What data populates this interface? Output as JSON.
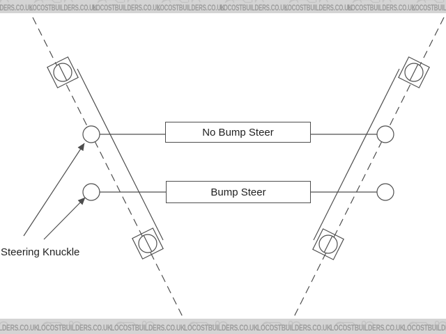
{
  "watermark": {
    "text": "LOCOSTBUILDERS.CO.UK",
    "repeat_count": 8,
    "bg_color": "#d4d4d4",
    "text_color": "#9b9b9b",
    "logo_color": "#c2c2c2",
    "logo_icon": "locost-car-logo"
  },
  "diagram": {
    "title_boxes": [
      {
        "label": "No Bump Steer"
      },
      {
        "label": "Bump Steer"
      }
    ],
    "callout_label": "Steering Knuckle",
    "line_color": "#4d4d4d",
    "text_color": "#1f1f1f",
    "background_color": "#ffffff"
  }
}
